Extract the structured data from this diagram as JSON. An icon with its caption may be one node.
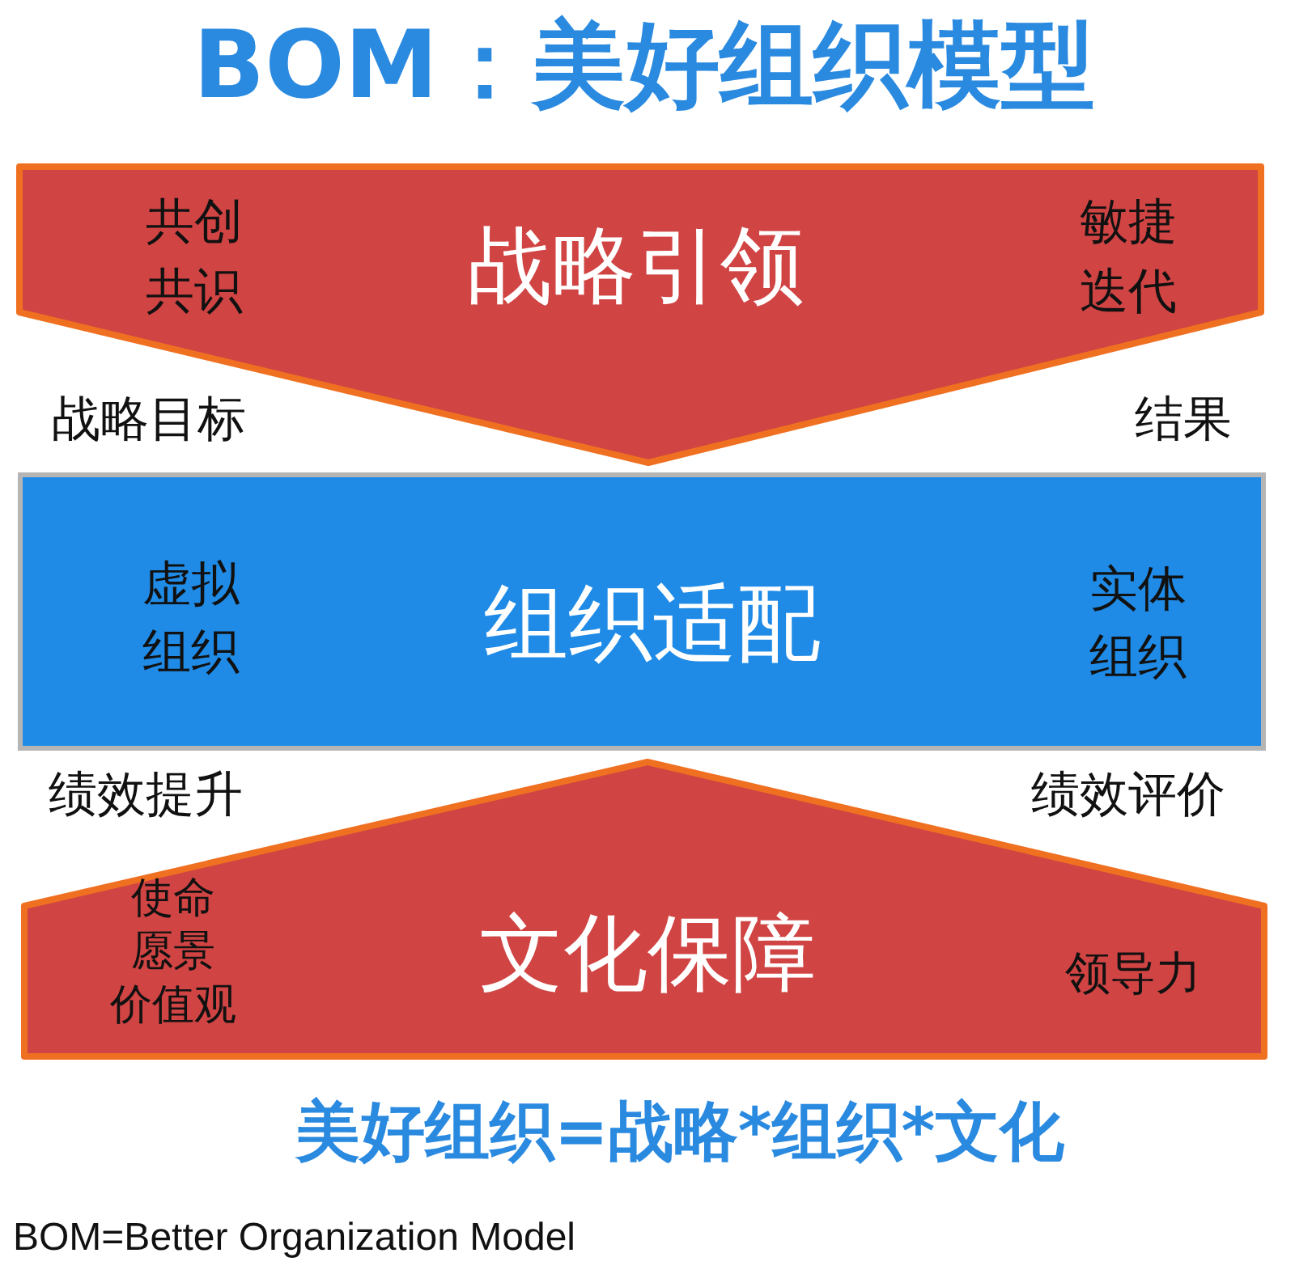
{
  "diagram": {
    "title": "BOM：美好组织模型",
    "nodes": [
      {
        "text": [
          "共创共识",
          "战略引领",
          "敏捷迭代"
        ]
      },
      {
        "text": [
          "虚拟组织",
          "组织适配",
          "实体组织"
        ]
      },
      {
        "text": [
          "使命愿景价值观",
          "文化保障",
          "领导力"
        ]
      }
    ],
    "labels": [
      "战略目标",
      "结果",
      "绩效提升",
      "绩效评价",
      "BOM=Better Organization Model"
    ],
    "caption": "美好组织=战略*组织*文化"
  }
}
